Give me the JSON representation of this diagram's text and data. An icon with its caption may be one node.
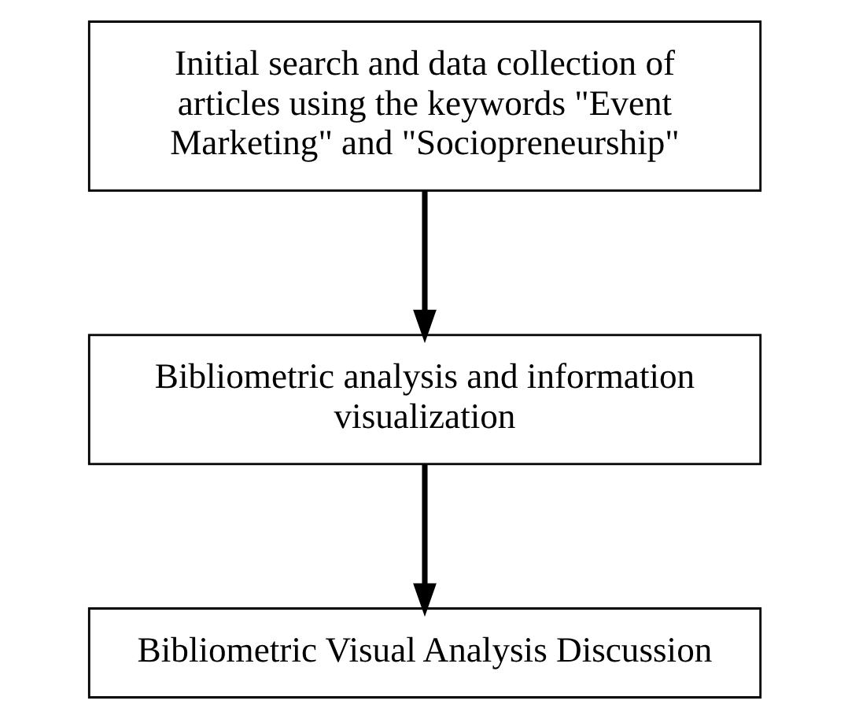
{
  "diagram": {
    "nodes": [
      {
        "text": [
          "Initial search and data collection of articles using the keywords \"Event Marketing\" and \"Sociopreneurship\""
        ]
      },
      {
        "text": [
          "Bibliometric analysis and information visualization"
        ]
      },
      {
        "text": [
          "Bibliometric Visual Analysis Discussion"
        ]
      }
    ],
    "edges": [
      {
        "from": 0,
        "to": 1,
        "arrow": "to"
      },
      {
        "from": 1,
        "to": 2,
        "arrow": "to"
      }
    ]
  }
}
